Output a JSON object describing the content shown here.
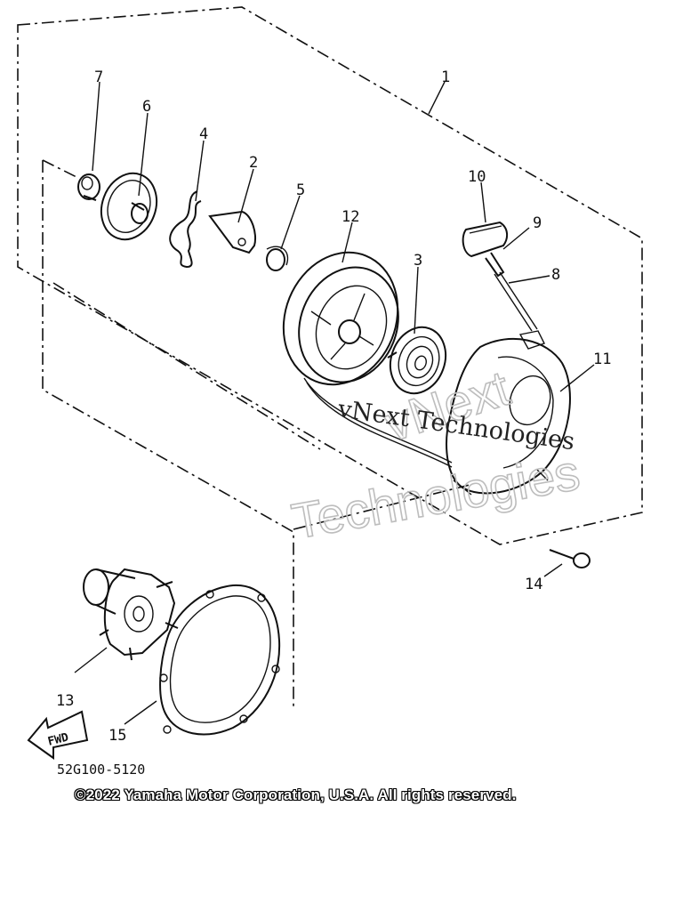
{
  "callouts": {
    "c1": "1",
    "c2": "2",
    "c3": "3",
    "c4": "4",
    "c5": "5",
    "c6": "6",
    "c7": "7",
    "c8": "8",
    "c9": "9",
    "c10": "10",
    "c11": "11",
    "c12": "12",
    "c13": "13",
    "c14": "14",
    "c15": "15"
  },
  "fwd_label": "FWD",
  "diagram_code": "52G100-5120",
  "copyright": "©2022 Yamaha Motor Corporation, U.S.A. All rights reserved.",
  "watermark": {
    "line1": "vNext Technologies",
    "outline_a": "vNext",
    "outline_b": "Technologies"
  }
}
